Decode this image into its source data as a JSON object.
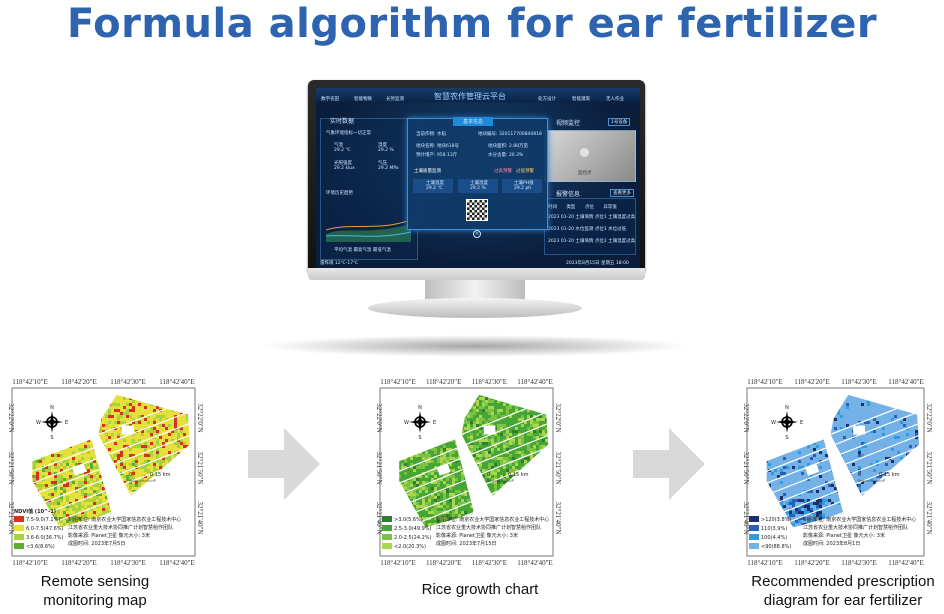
{
  "title": "Formula algorithm for ear fertilizer",
  "dashboard": {
    "title": "智慧农作管理云平台",
    "nav_left": [
      "数字农田",
      "智能物联",
      "长势监测"
    ],
    "nav_right": [
      "处方设计",
      "智能灌溉",
      "无人作业"
    ],
    "realtime_panel": "实时数据",
    "env_indicator": "气象环境指标一切正常",
    "readings": [
      {
        "label": "气温",
        "value": "29.2 ℃"
      },
      {
        "label": "湿度",
        "value": "29.2 %"
      },
      {
        "label": "光照强度",
        "value": "29.2 klux"
      },
      {
        "label": "气压",
        "value": "29.2 MPa"
      }
    ],
    "history_panel": "环境历史趋势",
    "chart_legend": [
      "平均气温",
      "最高气温",
      "最低气温"
    ],
    "video_panel": "视频监控",
    "camera_select": "1号设备",
    "camera_label": "监控点",
    "alarm_panel": "报警信息",
    "alarm_button": "查看更多",
    "alarm_headers": [
      "时间",
      "类型",
      "点位",
      "异常值"
    ],
    "alarm_rows": [
      [
        "2023 01-20",
        "土壤墒情",
        "点位1",
        "土壤温度过高"
      ],
      [
        "2023 01-20",
        "水位监测",
        "点位1",
        "水位过低"
      ],
      [
        "2023 01-20",
        "土壤墒情",
        "点位2",
        "土壤温度过高"
      ]
    ],
    "weather": "雷阵雨 12℃-17℃",
    "datetime": "2023年8月15日  星期五  18:00",
    "popup": {
      "title": "基本信息",
      "crop": "当前作物: 水稻",
      "plot_id": "地块编号: 320117700840818",
      "plot_name": "地块名称: 地块618号",
      "plot_area": "地块面积: 2.88万亩",
      "yield": "预计增产: 958.13斤",
      "water": "水分含量: 20.3%",
      "soil_section": "土壤质量监测",
      "legend_high": "过高预警",
      "legend_low": "过低预警",
      "soil": [
        {
          "label": "土壤温度",
          "value": "29.2 ℃"
        },
        {
          "label": "土壤湿度",
          "value": "29.2 %"
        },
        {
          "label": "土壤PH值",
          "value": "29.2 ph"
        }
      ]
    }
  },
  "maps": [
    {
      "caption": [
        "Remote sensing",
        "monitoring map"
      ],
      "top_ticks": [
        "118°42'10\"E",
        "118°42'20\"E",
        "118°42'30\"E",
        "118°42'40\"E"
      ],
      "side_ticks": [
        "32°22'0\"N",
        "32°21'50\"N",
        "32°21'40\"N"
      ],
      "legend_title": "NDVI值 (10^-1)",
      "legend": [
        {
          "label": "7.5-9.0(7.1%)",
          "color": "#d7301f",
          "share": 0.071
        },
        {
          "label": "6.0-7.5(47.6%)",
          "color": "#e6e03a",
          "share": 0.476
        },
        {
          "label": "3.6-6.0(36.7%)",
          "color": "#a9d13e",
          "share": 0.367
        },
        {
          "label": "<3.6(8.6%)",
          "color": "#5cae2f",
          "share": 0.086
        }
      ],
      "credits": [
        "制图单位: 南京农业大学国家信息农业工程技术中心",
        "江苏省农业重大技术协同推广计划智慧稻作团队",
        "影像来源: Planet卫星    像元大小: 3米",
        "成图时间: 2023年7月5日"
      ],
      "scale": [
        "0",
        "0.15 km"
      ]
    },
    {
      "caption": [
        "Rice growth chart"
      ],
      "top_ticks": [
        "118°42'10\"E",
        "118°42'20\"E",
        "118°42'30\"E",
        "118°42'40\"E"
      ],
      "side_ticks": [
        "32°22'0\"N",
        "32°21'50\"N",
        "32°21'40\"N"
      ],
      "legend_title": "",
      "legend": [
        {
          "label": ">3.0(5.6%)",
          "color": "#2f7d32",
          "share": 0.056
        },
        {
          "label": "2.5-3.0(49.9%)",
          "color": "#45a535",
          "share": 0.499
        },
        {
          "label": "2.0-2.5(24.2%)",
          "color": "#7cc242",
          "share": 0.242
        },
        {
          "label": "<2.0(20.3%)",
          "color": "#a9d64a",
          "share": 0.203
        }
      ],
      "credits": [
        "制图单位: 南京农业大学国家信息农业工程技术中心",
        "江苏省农业重大技术协同推广计划智慧稻作团队",
        "影像来源: Planet卫星    像元大小: 3米",
        "成图时间: 2023年7月15日"
      ],
      "scale": [
        "0",
        "0.15 km"
      ]
    },
    {
      "caption": [
        "Recommended prescription",
        "diagram for ear fertilizer"
      ],
      "top_ticks": [
        "118°42'10\"E",
        "118°42'20\"E",
        "118°42'30\"E",
        "118°42'40\"E"
      ],
      "side_ticks": [
        "32°22'0\"N",
        "32°21'50\"N",
        "32°21'40\"N"
      ],
      "legend_title": "",
      "legend": [
        {
          "label": ">120(3.8%)",
          "color": "#1b2f6b",
          "share": 0.038
        },
        {
          "label": "110(3.9%)",
          "color": "#2b60b8",
          "share": 0.039
        },
        {
          "label": "100(4.4%)",
          "color": "#2c9de0",
          "share": 0.044
        },
        {
          "label": "<90(88.8%)",
          "color": "#74b1e6",
          "share": 0.888
        }
      ],
      "credits": [
        "制图单位: 南京农业大学国家信息农业工程技术中心",
        "江苏省农业重大技术协同推广计划智慧稻作团队",
        "影像来源: Planet卫星    像元大小: 3米",
        "成图时间: 2023年8月1日"
      ],
      "scale": [
        "0",
        "0.15 km"
      ]
    }
  ],
  "north_labels": [
    "N",
    "S",
    "W",
    "E"
  ],
  "colors": {
    "title": "#2e63b0",
    "arrow": "#d9d9d9",
    "screen_bg": "#0a1d3a"
  }
}
